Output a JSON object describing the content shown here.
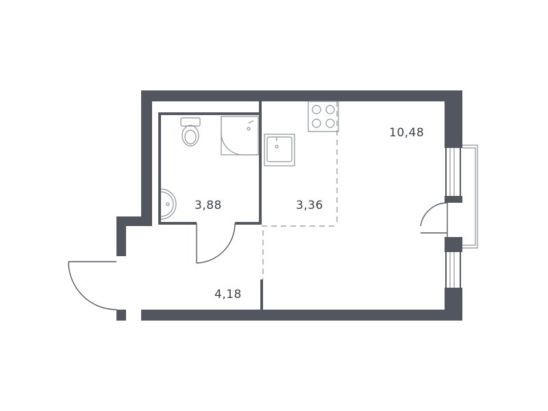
{
  "rooms": [
    {
      "id": "living-room",
      "area": "10,48"
    },
    {
      "id": "kitchen",
      "area": "3,36"
    },
    {
      "id": "bathroom",
      "area": "3,88"
    },
    {
      "id": "hallway",
      "area": "4,18"
    }
  ],
  "colors": {
    "wall": "#52575f",
    "fixture_line": "#8d9197",
    "background": "#ffffff"
  }
}
